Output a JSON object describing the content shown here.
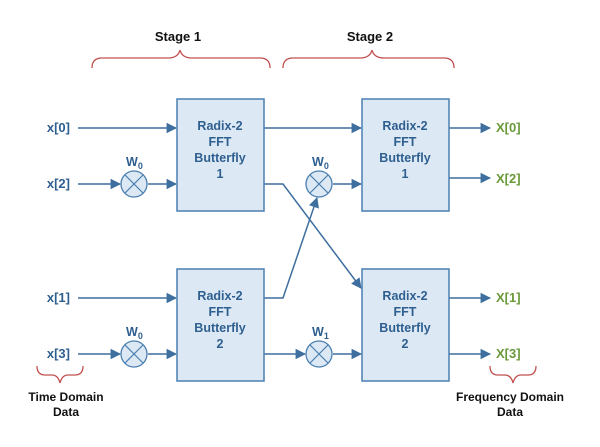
{
  "stages": [
    "Stage 1",
    "Stage 2"
  ],
  "inputs": [
    "x[0]",
    "x[2]",
    "x[1]",
    "x[3]"
  ],
  "outputs": [
    "X[0]",
    "X[2]",
    "X[1]",
    "X[3]"
  ],
  "butterflies": [
    {
      "lines": [
        "Radix-2",
        "FFT",
        "Butterfly",
        "1"
      ]
    },
    {
      "lines": [
        "Radix-2",
        "FFT",
        "Butterfly",
        "2"
      ]
    },
    {
      "lines": [
        "Radix-2",
        "FFT",
        "Butterfly",
        "1"
      ]
    },
    {
      "lines": [
        "Radix-2",
        "FFT",
        "Butterfly",
        "2"
      ]
    }
  ],
  "twiddles": [
    {
      "base": "W",
      "sub": "0"
    },
    {
      "base": "W",
      "sub": "0"
    },
    {
      "base": "W",
      "sub": "0"
    },
    {
      "base": "W",
      "sub": "1"
    }
  ],
  "domains": {
    "time": [
      "Time Domain",
      "Data"
    ],
    "frequency": [
      "Frequency Domain",
      "Data"
    ]
  },
  "colors": {
    "box_fill": "#dce9f5",
    "box_stroke": "#4a7fb0",
    "wire": "#3e6f9e",
    "input_text": "#2f5f8f",
    "output_text": "#6a9a3a",
    "brace": "#c0504d"
  }
}
